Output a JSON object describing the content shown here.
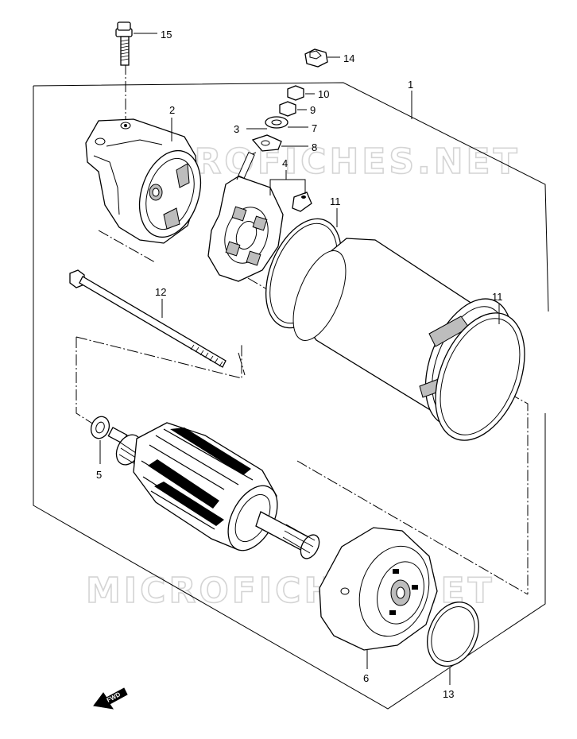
{
  "watermark": {
    "top": "MICROFICHES.NET",
    "bottom": "MICROFICHES.NET"
  },
  "callouts": {
    "p1": "1",
    "p2": "2",
    "p3": "3",
    "p4": "4",
    "p5": "5",
    "p6": "6",
    "p7": "7",
    "p8": "8",
    "p9": "9",
    "p10": "10",
    "p11a": "11",
    "p11b": "11",
    "p12": "12",
    "p13": "13",
    "p14": "14",
    "p15": "15"
  },
  "direction_badge": "FWD"
}
